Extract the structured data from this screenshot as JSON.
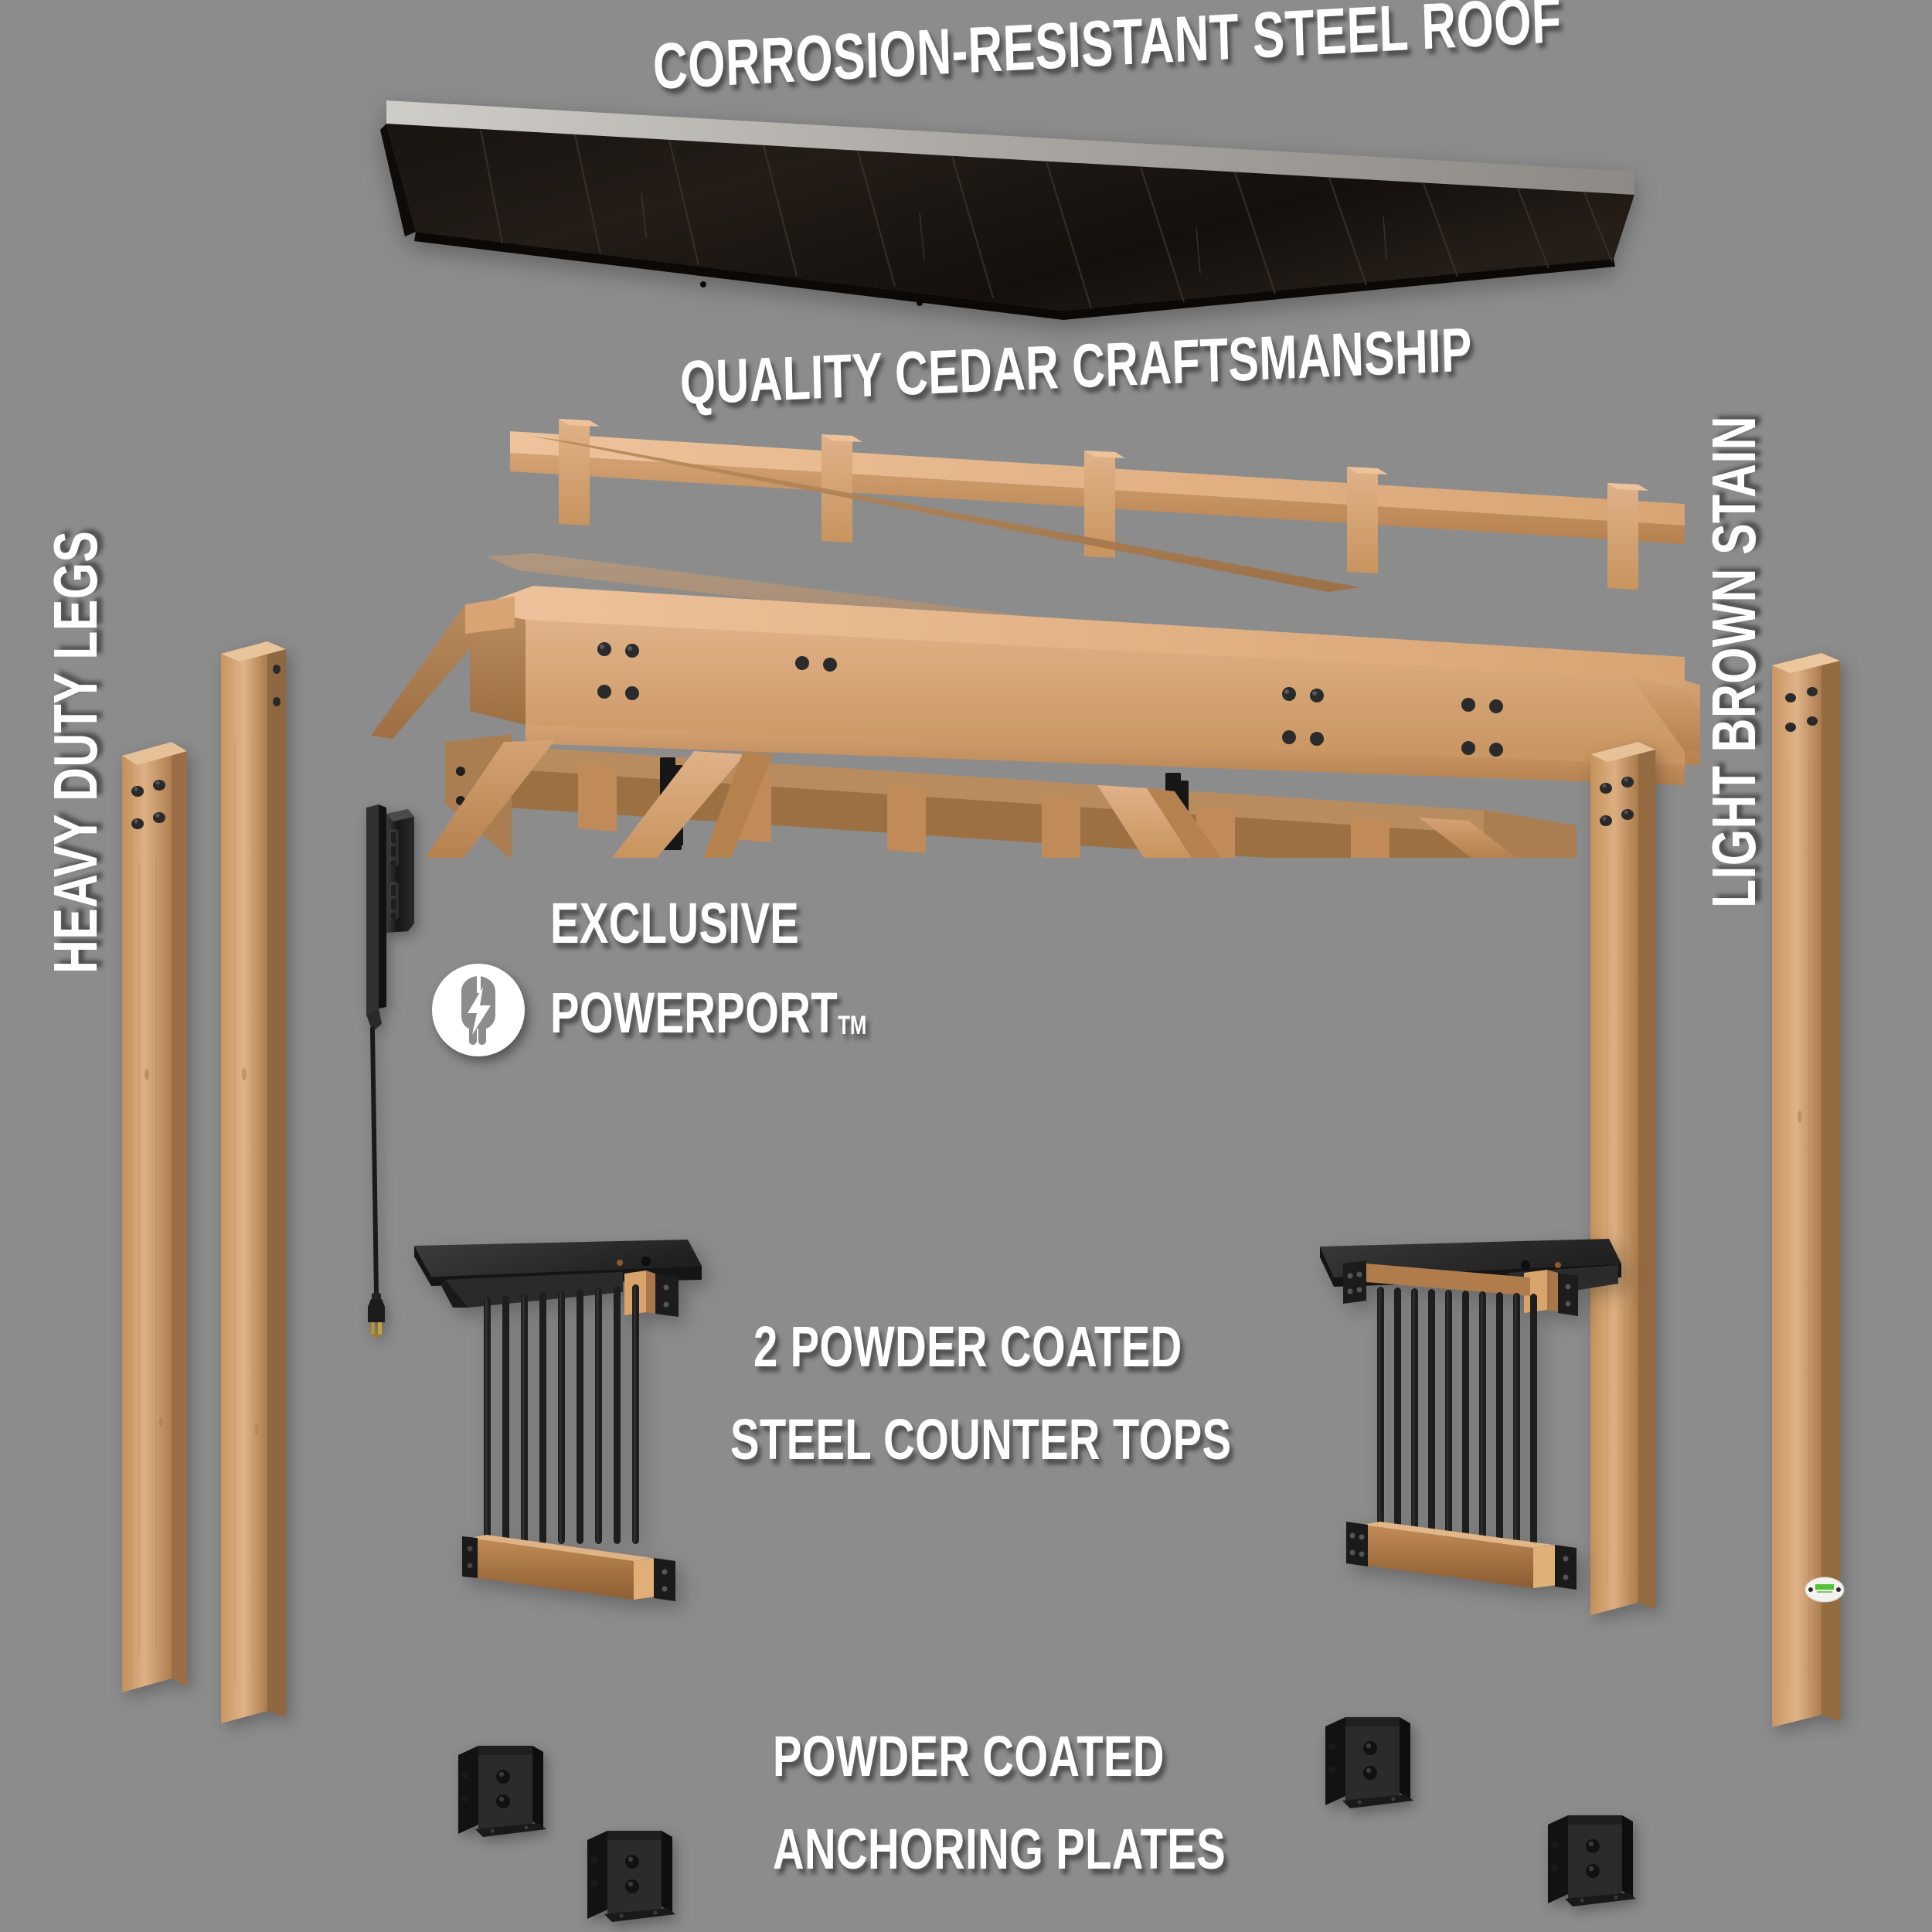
{
  "meta": {
    "background_color": "#8c8c8c",
    "text_color": "#ffffff",
    "cedar_color": "#c99763",
    "cedar_light": "#dcab7c",
    "cedar_dark": "#a5774a",
    "steel_black": "#262626",
    "roof_dark": "#1c1713",
    "roof_edge_gray": "#b8b5b0",
    "brass_color": "#b8922e",
    "sticker_green": "#55c235"
  },
  "labels": {
    "roof": "CORROSION-RESISTANT STEEL ROOF",
    "cedar": "QUALITY CEDAR CRAFTSMANSHIP",
    "exclusive": "EXCLUSIVE",
    "powerport": "POWERPORT",
    "powerport_tm": "TM",
    "countertops_line1": "2 POWDER COATED",
    "countertops_line2": "STEEL COUNTER TOPS",
    "anchors_line1": "POWDER COATED",
    "anchors_line2": "ANCHORING PLATES",
    "legs": "HEAVY DUTY LEGS",
    "stain": "LIGHT BROWN STAIN"
  },
  "parts": {
    "roof": {
      "name": "corrosion-resistant steel roof panel",
      "panel_seams": 13
    },
    "frame": {
      "name": "cedar roof frame assembly",
      "rafters": 5,
      "braces": 4
    },
    "posts": [
      {
        "name": "heavy duty leg post",
        "bolts": 4
      },
      {
        "name": "heavy duty leg post",
        "bolts": 4
      },
      {
        "name": "heavy duty leg post",
        "bolts": 4
      },
      {
        "name": "heavy duty leg post",
        "bolts": 4
      }
    ],
    "powerport": {
      "name": "exclusive powerport unit",
      "outlets": 2,
      "plug": "grounded plug with brass prongs"
    },
    "counters": [
      {
        "name": "powder coated steel counter top",
        "balusters": 9
      },
      {
        "name": "powder coated steel counter top",
        "balusters": 10
      }
    ],
    "anchors": [
      {
        "name": "powder coated anchoring plate",
        "bolts": 2
      },
      {
        "name": "powder coated anchoring plate",
        "bolts": 2
      },
      {
        "name": "powder coated anchoring plate",
        "bolts": 2
      },
      {
        "name": "powder coated anchoring plate",
        "bolts": 2
      }
    ],
    "sticker": {
      "name": "quality certification sticker"
    }
  }
}
